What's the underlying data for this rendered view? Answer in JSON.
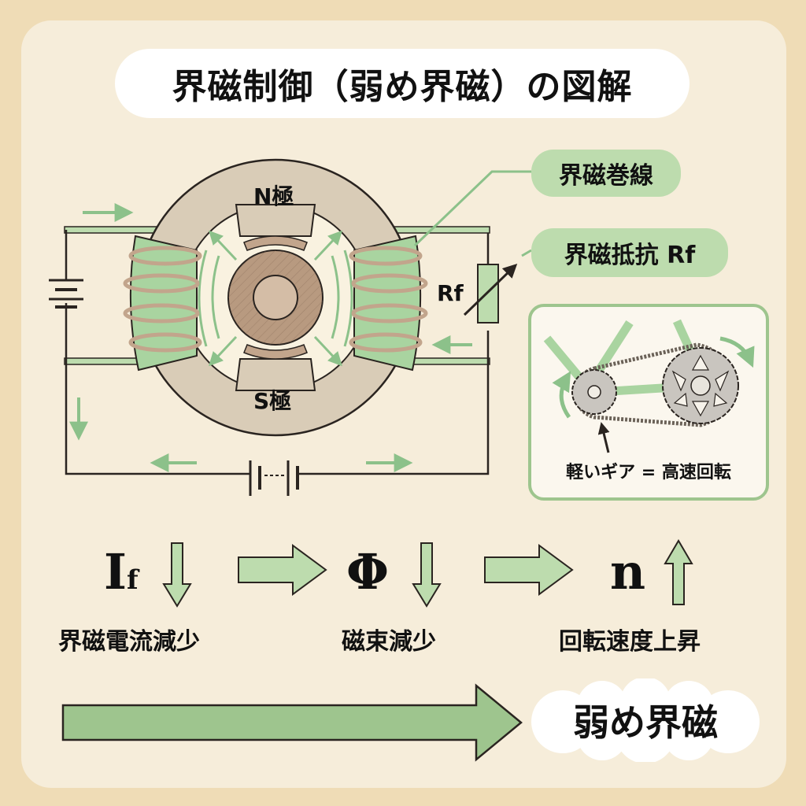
{
  "title": "界磁制御（弱め界磁）の図解",
  "labels": {
    "field_winding": "界磁巻線",
    "field_resistor": "界磁抵抗 Rf",
    "rf_short": "Rf",
    "n_pole": "N極",
    "s_pole": "S極"
  },
  "analogy": {
    "caption": "軽いギア = 高速回転"
  },
  "chain": [
    {
      "symbol": "I",
      "subscript": "f",
      "direction": "down",
      "caption": "界磁電流減少"
    },
    {
      "symbol": "Φ",
      "subscript": "",
      "direction": "down",
      "caption": "磁束減少"
    },
    {
      "symbol": "n",
      "subscript": "",
      "direction": "up",
      "caption": "回転速度上昇"
    }
  ],
  "result": "弱め界磁",
  "colors": {
    "background": "#efdcb6",
    "card": "#f6edda",
    "accent_green": "#9ec58e",
    "light_green": "#bddcae",
    "stator": "#d9ccb7",
    "rotor": "#b89a80",
    "ink": "#2a2420"
  }
}
